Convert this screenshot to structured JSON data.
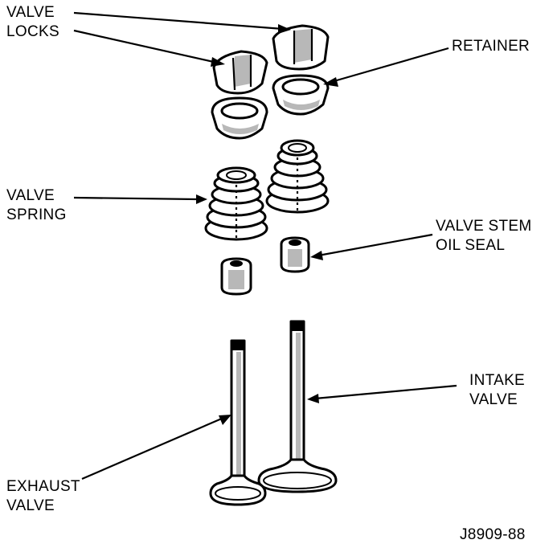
{
  "labels": {
    "valve_locks": [
      "VALVE",
      "LOCKS"
    ],
    "retainer": [
      "RETAINER"
    ],
    "valve_spring": [
      "VALVE",
      "SPRING"
    ],
    "valve_stem_oil_seal": [
      "VALVE STEM",
      "OIL SEAL"
    ],
    "intake_valve": [
      "INTAKE",
      "VALVE"
    ],
    "exhaust_valve": [
      "EXHAUST",
      "VALVE"
    ]
  },
  "figure_id": "J8909-88"
}
